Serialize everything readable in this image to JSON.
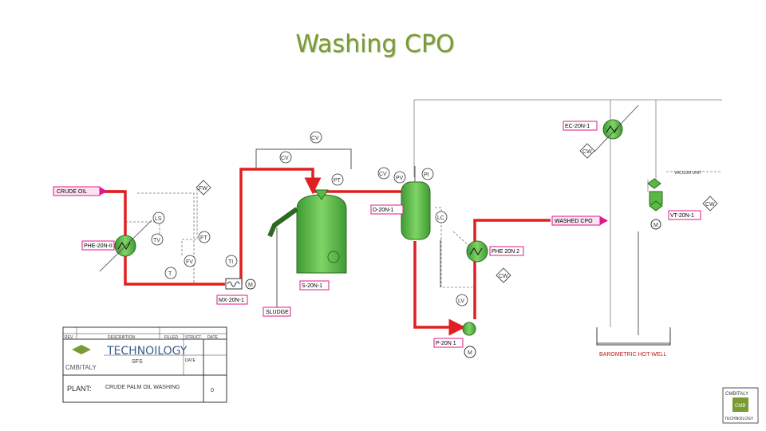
{
  "title": "Washing CPO",
  "colors": {
    "process_line": "#e02020",
    "equipment_green": "#5cb845",
    "tag_border": "#e0198a",
    "title_green": "#7a9a34"
  },
  "tags": {
    "crude_oil": "CRUDE OIL",
    "phe_20n_ii": "PHE-20N-II",
    "mx_20n_1": "MX-20N-1",
    "sludge": "SLUDGE",
    "s_20n_1": "S-20N-1",
    "d_20n_1": "D-20N-1",
    "washed_cpo": "WASHED CPO",
    "phe_20n_2": "PHE 20N 2",
    "p_20n_1": "P-20N 1",
    "ec_20n_1": "EC-20N-1",
    "vt_20n_1": "VT-20N-1"
  },
  "instruments": {
    "fw": "FW",
    "ls": "LS",
    "tv": "TV",
    "ft": "FT",
    "fv": "FV",
    "ti": "TI",
    "t": "T",
    "pt": "PT",
    "cv1": "CV",
    "cv2": "CV",
    "cv3": "CV",
    "pv": "PV",
    "pi": "PI",
    "lc": "LC",
    "lv": "LV",
    "cw1": "CW",
    "cw2": "CW",
    "cw3": "CW",
    "m1": "M",
    "m2": "M",
    "m3": "M"
  },
  "labels": {
    "barometric": "BAROMETRIC HOT-WELL",
    "vacuum_note": "VACUUM UNIT"
  },
  "title_block": {
    "header_cols": [
      "REV.",
      "DESCRIPTION",
      "FILLED",
      "STRUCT.",
      "DATE"
    ],
    "company": "TECHNOILOGY",
    "sub": "SFS",
    "brand": "CMBITALY",
    "plant_label": "PLANT:",
    "plant_value": "CRUDE PALM OIL WASHING",
    "date_label": "DATE",
    "sheet_number": "0"
  },
  "corner_logo": {
    "top": "CMBITALY",
    "bottom": "TECHNOILOGY",
    "badge": "CMB"
  }
}
